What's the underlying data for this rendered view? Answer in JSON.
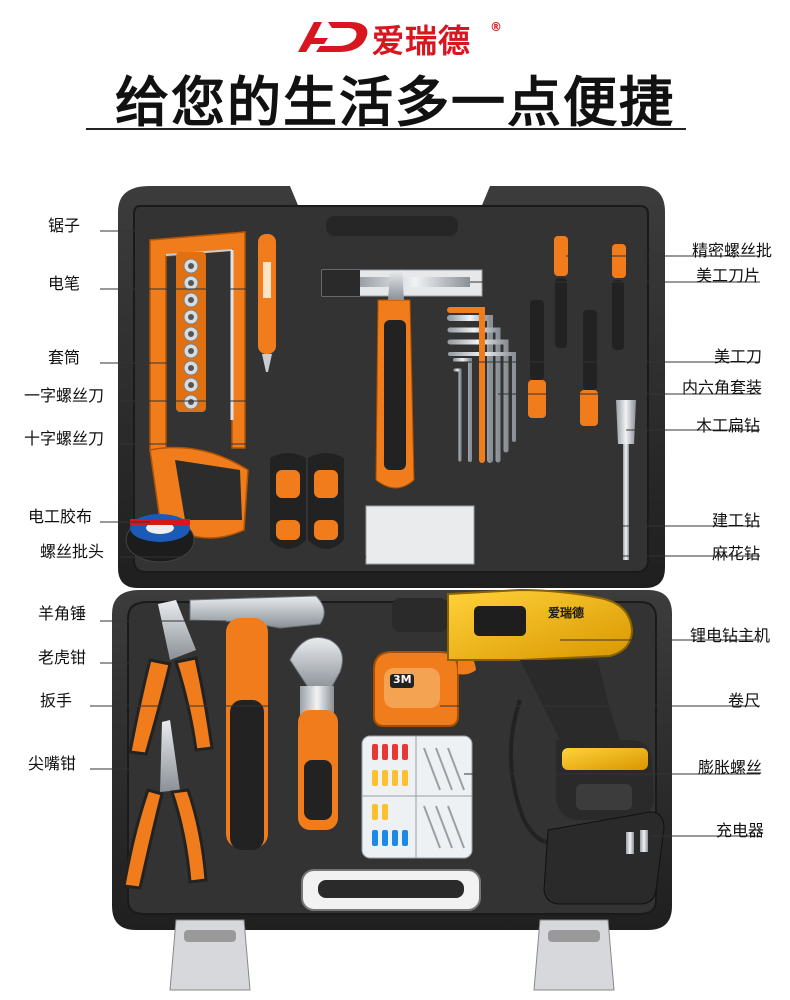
{
  "brand": {
    "logo_text": "AD",
    "name": "爱瑞德",
    "reg_mark": "®"
  },
  "headline": "给您的生活多一点便捷",
  "drill_badge": "爱瑞德",
  "tape_badge": "3M",
  "left_labels": [
    {
      "key": "saw",
      "text": "锯子"
    },
    {
      "key": "test_pen",
      "text": "电笔"
    },
    {
      "key": "socket",
      "text": "套筒"
    },
    {
      "key": "flat_screwdriver",
      "text": "一字螺丝刀"
    },
    {
      "key": "cross_screwdriver",
      "text": "十字螺丝刀"
    },
    {
      "key": "tape",
      "text": "电工胶布"
    },
    {
      "key": "bits",
      "text": "螺丝批头"
    },
    {
      "key": "hammer",
      "text": "羊角锤"
    },
    {
      "key": "pliers",
      "text": "老虎钳"
    },
    {
      "key": "wrench",
      "text": "扳手"
    },
    {
      "key": "needle_pliers",
      "text": "尖嘴钳"
    }
  ],
  "right_labels": [
    {
      "key": "precision",
      "text": "精密螺丝批"
    },
    {
      "key": "blade",
      "text": "美工刀片"
    },
    {
      "key": "knife",
      "text": "美工刀"
    },
    {
      "key": "hex",
      "text": "内六角套装"
    },
    {
      "key": "spade",
      "text": "木工扁钻"
    },
    {
      "key": "masonry",
      "text": "建工钻"
    },
    {
      "key": "twist",
      "text": "麻花钻"
    },
    {
      "key": "drill",
      "text": "锂电钻主机"
    },
    {
      "key": "tape_measure",
      "text": "卷尺"
    },
    {
      "key": "anchors",
      "text": "膨胀螺丝"
    },
    {
      "key": "charger",
      "text": "充电器"
    }
  ],
  "colors": {
    "brand_red": "#d8161f",
    "case_dark": "#2b2b2b",
    "case_inner": "#3a3a3a",
    "tool_orange": "#f07c1c",
    "drill_yellow": "#f5b800"
  }
}
